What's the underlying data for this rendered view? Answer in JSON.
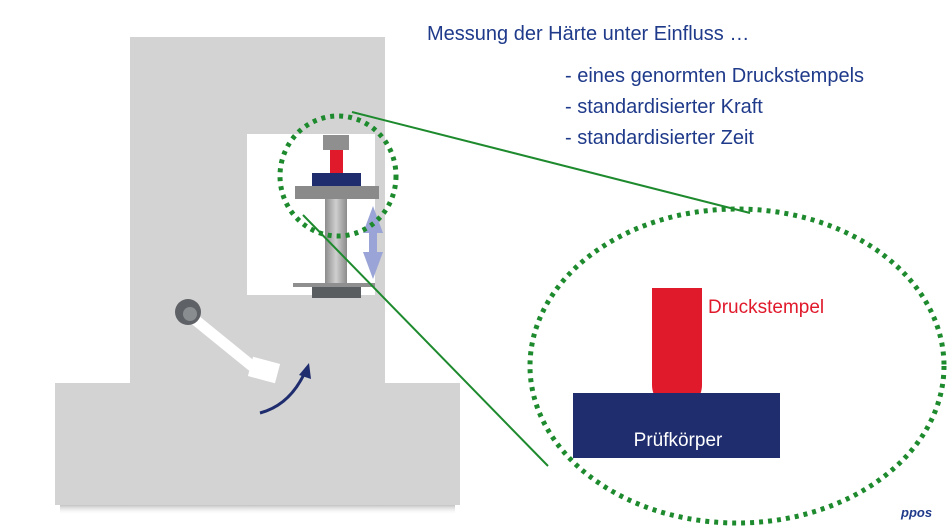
{
  "heading": "Messung der Härte unter Einfluss …",
  "bullets": [
    "- eines genormten Druckstempels",
    "- standardisierter Kraft",
    "- standardisierter Zeit"
  ],
  "labels": {
    "indenter": "Druckstempel",
    "specimen": "Prüfkörper"
  },
  "logo": "ppos",
  "colors": {
    "frame": "#d4d4d4",
    "navy": "#1f2d6e",
    "red": "#e0192b",
    "green": "#1e8a2e",
    "text": "#1f3a8a"
  }
}
